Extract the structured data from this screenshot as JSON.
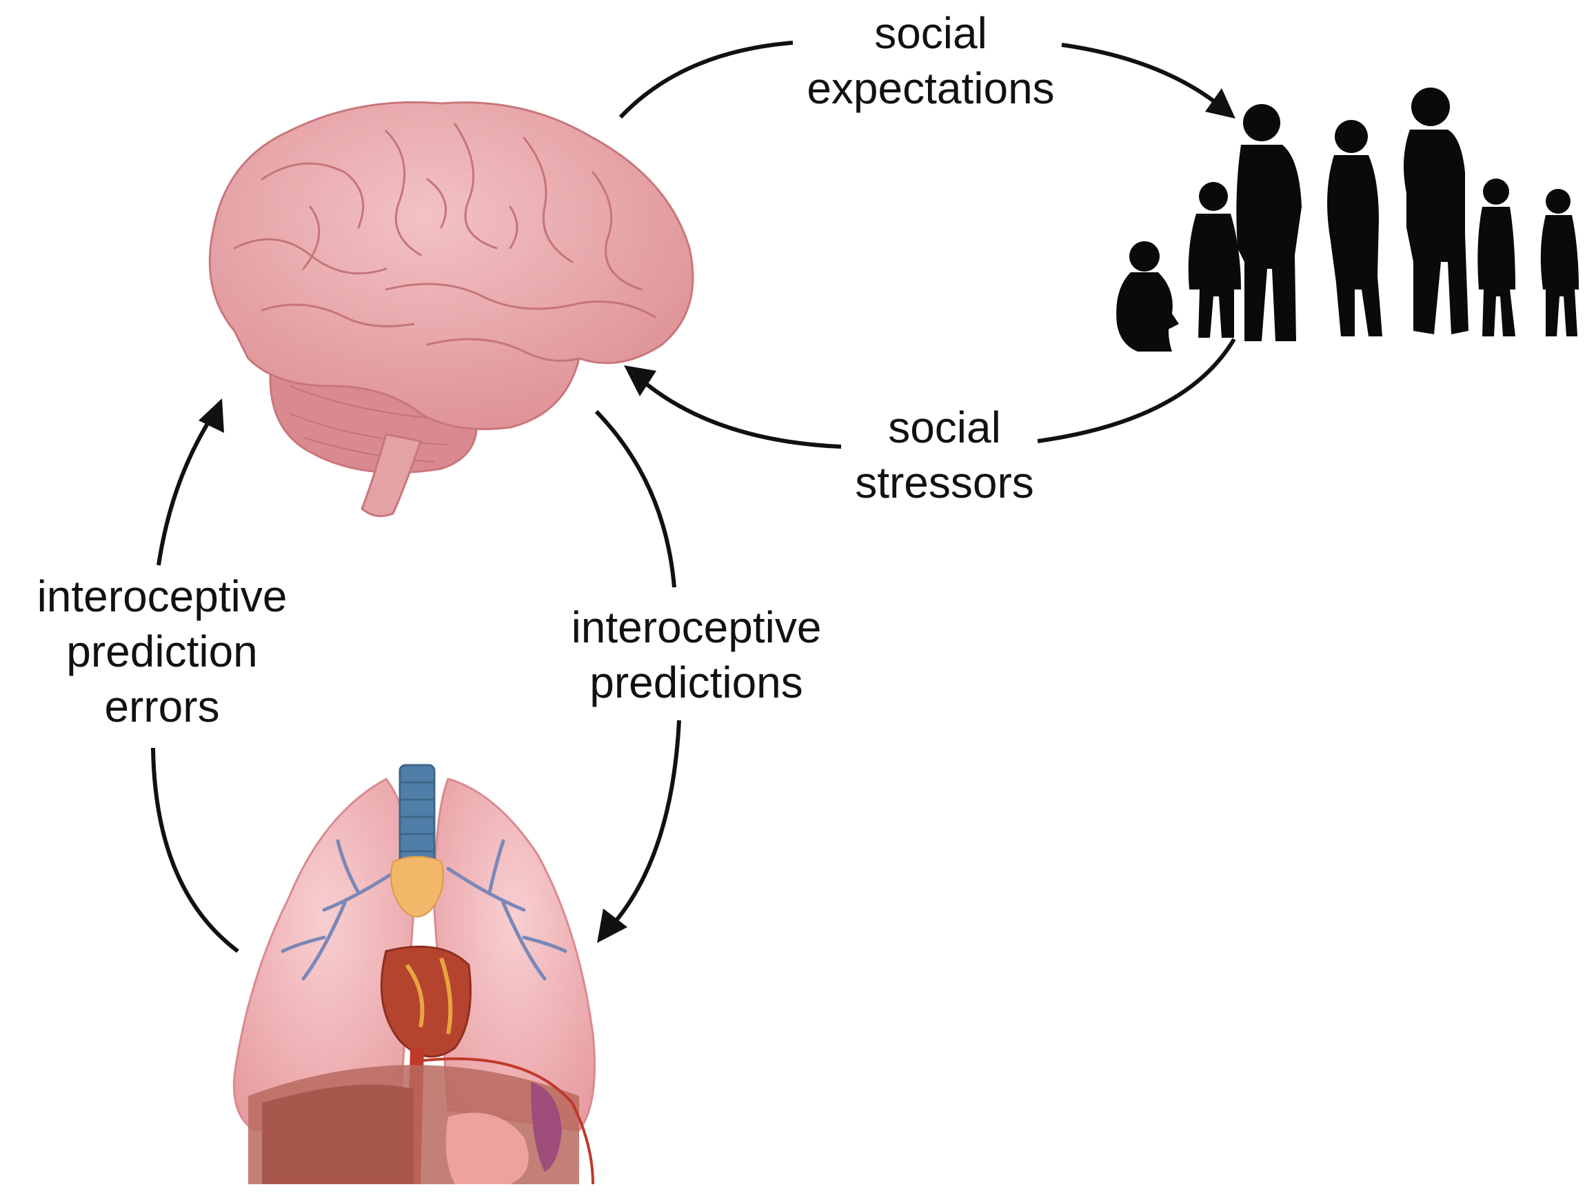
{
  "labels": {
    "social_expectations": [
      "social",
      "expectations"
    ],
    "social_stressors": [
      "social",
      "stressors"
    ],
    "interoceptive_prediction_errors": [
      "interoceptive",
      "prediction",
      "errors"
    ],
    "interoceptive_predictions": [
      "interoceptive",
      "predictions"
    ]
  },
  "icons": {
    "brain": "brain-icon",
    "group": "people-silhouette-icon",
    "body": "thoracic-organs-icon"
  },
  "colors": {
    "arrow": "#111111",
    "brain": "#e8a5a8",
    "brain_outline": "#c9767b",
    "lung": "#f0b7ba",
    "trachea": "#4f7fa8",
    "heart": "#c0392b",
    "liver": "#a8574c",
    "silhouette": "#0a0a0a"
  }
}
